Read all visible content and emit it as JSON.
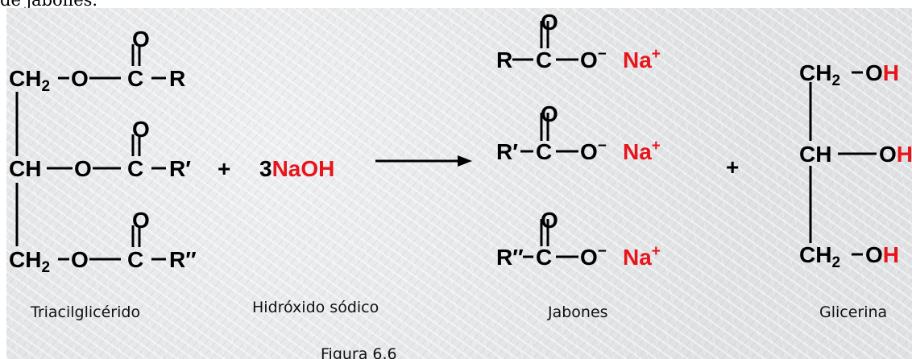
{
  "header": {
    "fragment": "de jabones."
  },
  "colors": {
    "black": "#000000",
    "red": "#e8141b"
  },
  "reaction": {
    "triglyceride": {
      "rows": [
        {
          "carbon": "CH",
          "subscript": "2",
          "ester": "O",
          "acyl_carbon": "C",
          "group": "R",
          "carbonyl_oxygen": "O"
        },
        {
          "carbon": "CH",
          "subscript": "",
          "ester": "O",
          "acyl_carbon": "C",
          "group": "R′",
          "carbonyl_oxygen": "O"
        },
        {
          "carbon": "CH",
          "subscript": "2",
          "ester": "O",
          "acyl_carbon": "C",
          "group": "R″",
          "carbonyl_oxygen": "O"
        }
      ],
      "label": "Triacilglicérido"
    },
    "plus_1": "+",
    "reagent": {
      "coefficient": "3",
      "formula": "NaOH",
      "label": "Hidróxido sódico"
    },
    "soaps": {
      "rows": [
        {
          "group": "R",
          "carbon": "C",
          "oxygen": "O",
          "charge": "−",
          "cation": "Na",
          "cation_charge": "+",
          "carbonyl_oxygen": "O"
        },
        {
          "group": "R′",
          "carbon": "C",
          "oxygen": "O",
          "charge": "−",
          "cation": "Na",
          "cation_charge": "+",
          "carbonyl_oxygen": "O"
        },
        {
          "group": "R″",
          "carbon": "C",
          "oxygen": "O",
          "charge": "−",
          "cation": "Na",
          "cation_charge": "+",
          "carbonyl_oxygen": "O"
        }
      ],
      "label": "Jabones"
    },
    "plus_2": "+",
    "glycerol": {
      "rows": [
        {
          "carbon": "CH",
          "subscript": "2",
          "hydroxyl": "OH"
        },
        {
          "carbon": "CH",
          "subscript": "",
          "hydroxyl": "OH"
        },
        {
          "carbon": "CH",
          "subscript": "2",
          "hydroxyl": "OH"
        }
      ],
      "label": "Glicerina"
    }
  },
  "caption": "Figura 6.6"
}
